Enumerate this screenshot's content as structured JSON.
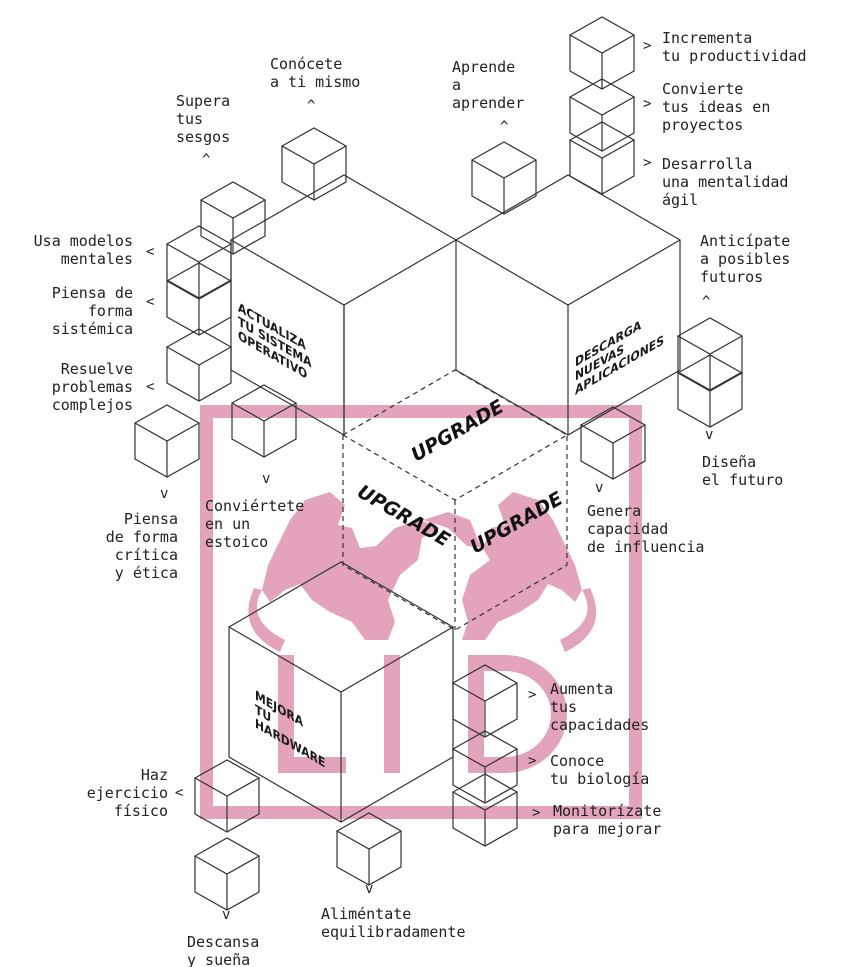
{
  "watermark": {
    "text": "LID",
    "color": "#e3a3bc"
  },
  "line_color": "#333333",
  "cubes": {
    "software": "ACTUALIZA\nTU SISTEMA\nOPERATIVO",
    "apps": "DESCARGA\nNUEVAS\nAPLICACIONES",
    "hardware": "MEJORA\nTU\nHARDWARE"
  },
  "upgrade": {
    "top": "UPGRADE",
    "left": "UPGRADE",
    "right": "UPGRADE"
  },
  "labels": {
    "conocete": "Conócete\na ti mismo",
    "aprende": "Aprende\na\naprender",
    "supera": "Supera\ntus\nsesgos",
    "incrementa": "Incrementa\ntu productividad",
    "convierte": "Convierte\ntus ideas en\nproyectos",
    "desarrolla": "Desarrolla\nuna mentalidad\nágil",
    "usa_modelos": "Usa modelos\nmentales",
    "piensa_sistemica": "Piensa de\nforma\nsistémica",
    "resuelve": "Resuelve\nproblemas\ncomplejos",
    "anticipate": "Anticípate\na posibles\nfuturos",
    "disena": "Diseña\nel futuro",
    "piensa_critica": "Piensa\nde forma\ncrítica\ny ética",
    "estoico": "Conviértete\nen un\nestoico",
    "influencia": "Genera\ncapacidad\nde influencia",
    "aumenta": "Aumenta\ntus\ncapacidades",
    "conoce_bio": "Conoce\ntu biología",
    "monitorizate": "Monitorízate\npara mejorar",
    "ejercicio": "Haz\nejercicio\nfísico",
    "alimentate": "Aliméntate\nequilibradamente",
    "descansa": "Descansa\ny sueña"
  },
  "chevrons": {
    "up": "^",
    "down": "v",
    "left": "<",
    "right": ">"
  }
}
